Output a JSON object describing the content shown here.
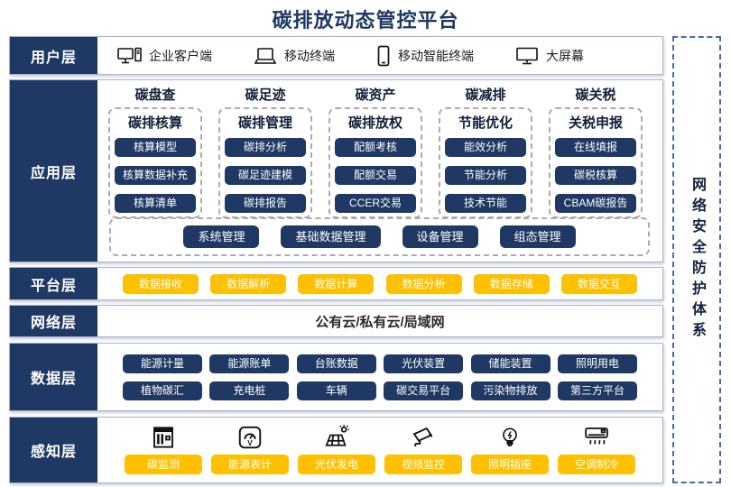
{
  "title": "碳排放动态管控平台",
  "colors": {
    "navy": "#1F3864",
    "yellow": "#FFC000",
    "layer_border": "#A6B4CC",
    "dash_gray": "#ABABAB",
    "security_dash": "#4A69A5"
  },
  "security_sidebar": {
    "label": "网络安全防护体系"
  },
  "layers": {
    "user": {
      "label": "用户层",
      "items": [
        {
          "label": "企业客户端",
          "icon": "desktop-pc-icon"
        },
        {
          "label": "移动终端",
          "icon": "laptop-icon"
        },
        {
          "label": "移动智能终端",
          "icon": "smartphone-icon"
        },
        {
          "label": "大屏幕",
          "icon": "big-screen-icon"
        }
      ]
    },
    "application": {
      "label": "应用层",
      "columns": [
        {
          "header": "碳盘查",
          "subheader": "碳排核算",
          "buttons": [
            "核算模型",
            "核算数据补充",
            "核算清单"
          ]
        },
        {
          "header": "碳足迹",
          "subheader": "碳排管理",
          "buttons": [
            "碳排分析",
            "碳足迹建模",
            "碳排报告"
          ]
        },
        {
          "header": "碳资产",
          "subheader": "碳排放权",
          "buttons": [
            "配额考核",
            "配额交易",
            "CCER交易"
          ]
        },
        {
          "header": "碳减排",
          "subheader": "节能优化",
          "buttons": [
            "能效分析",
            "节能分析",
            "技术节能"
          ]
        },
        {
          "header": "碳关税",
          "subheader": "关税申报",
          "buttons": [
            "在线填报",
            "碳税核算",
            "CBAM碳报告"
          ]
        }
      ],
      "management_buttons": [
        "系统管理",
        "基础数据管理",
        "设备管理",
        "组态管理"
      ]
    },
    "platform": {
      "label": "平台层",
      "buttons": [
        "数据接收",
        "数据解析",
        "数据计算",
        "数据分析",
        "数据存储",
        "数据交互"
      ]
    },
    "network": {
      "label": "网络层",
      "text": "公有云/私有云/局域网"
    },
    "data": {
      "label": "数据层",
      "rows": [
        [
          "能源计量",
          "能源账单",
          "台账数据",
          "光伏装置",
          "储能装置",
          "照明用电"
        ],
        [
          "植物碳汇",
          "充电桩",
          "车辆",
          "碳交易平台",
          "污染物排放",
          "第三方平台"
        ]
      ]
    },
    "perception": {
      "label": "感知层",
      "items": [
        {
          "label": "碳监测",
          "icon": "carbon-monitor-icon"
        },
        {
          "label": "能源表计",
          "icon": "energy-meter-icon"
        },
        {
          "label": "光伏发电",
          "icon": "solar-panel-icon"
        },
        {
          "label": "视频监控",
          "icon": "cctv-camera-icon"
        },
        {
          "label": "照明插座",
          "icon": "light-bulb-icon"
        },
        {
          "label": "空调制冷",
          "icon": "air-conditioner-icon"
        }
      ]
    }
  }
}
